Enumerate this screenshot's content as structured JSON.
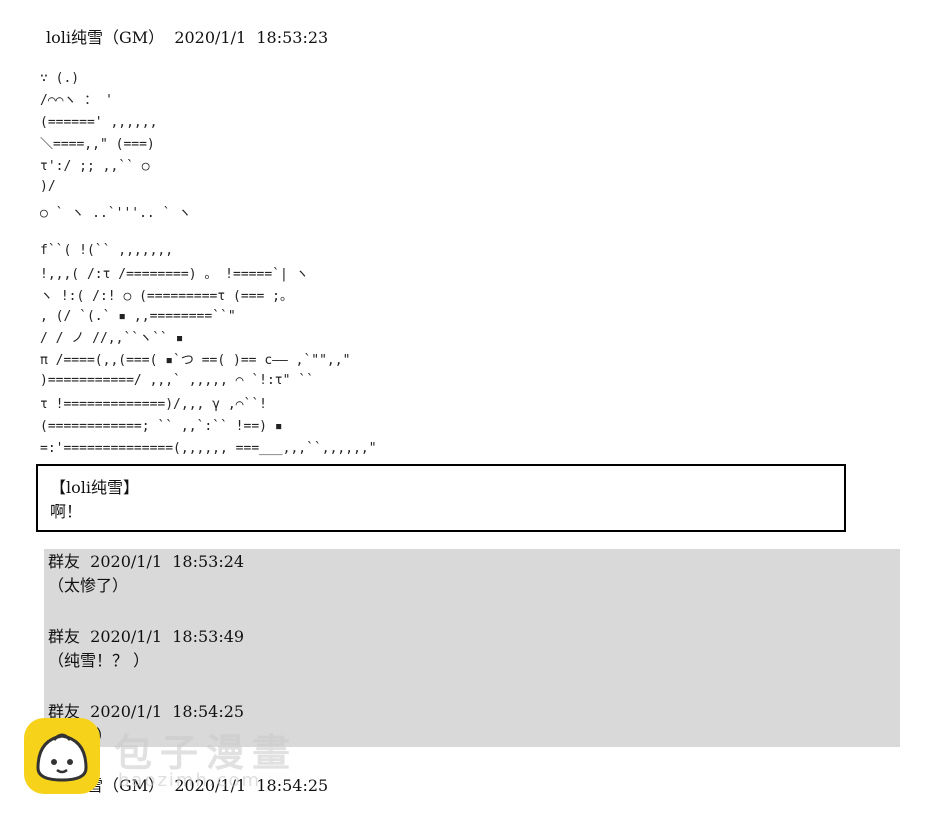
{
  "post": {
    "header": "loli纯雪（GM）  2020/1/1  18:53:23"
  },
  "ascii_art": {
    "lines": [
      "                 ∵              (.)",
      "               /⌒⌒ヽ ：          '",
      "              (======'               ,,,,,,",
      "               ＼====,,\"             (===)",
      "              τ':/ ;;               ,,``      ○",
      "                )/",
      "        ○                   `    ヽ         ..`'''..     ` ヽ",
      "     f``(                            !(``                    ,,,,,,,",
      "     !,,,(       /:τ                 /========)          。  !=====`|  ヽ",
      "  ヽ                 !:(      /:!    ○      (=========τ          (===  ;。",
      "         ,        (/       `(.`      ▪ ,,========``\"",
      "              /  /     ノ                 //,,``ヽ``          ▪",
      "    π /====(,,(===(    ▪`つ                       ==( )==        c—— ,`\"\",,\"",
      "     )===========/    ,,,`                       ,,,,,           ⌒  `!:τ\" ``",
      "   τ !=============)/,,,   γ              ,⌒``!",
      "     (============;  ``      ,,`:``               !==)       ▪",
      "   =:'==============(,,,,,,  ===___,,,``,,,,,,\""
    ]
  },
  "dialog": {
    "speaker": "【loli纯雪】",
    "speech": "啊！"
  },
  "replies": [
    {
      "meta": "群友  2020/1/1  18:53:24",
      "message": "（太惨了）"
    },
    {
      "meta": "群友  2020/1/1  18:53:49",
      "message": "（纯雪！？ ）"
    },
    {
      "meta": "群友  2020/1/1  18:54:25",
      "message": "（不行）"
    }
  ],
  "next_post": {
    "header": "loli纯雪（GM）  2020/1/1  18:54:25"
  },
  "watermark": {
    "text": "包子漫畫",
    "url": "baozimh.com",
    "color": "#f7d21b"
  }
}
